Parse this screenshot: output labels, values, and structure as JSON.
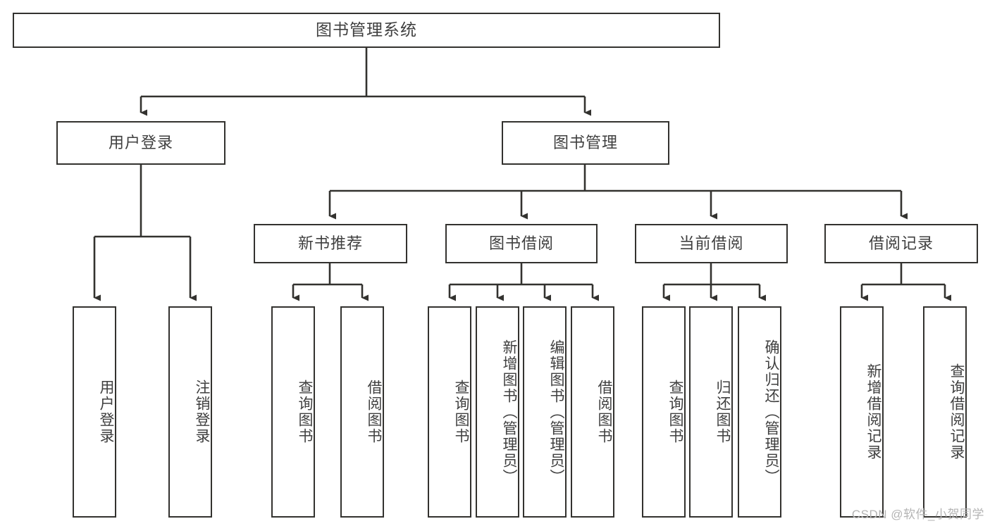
{
  "diagram": {
    "type": "tree",
    "title": "图书管理系统",
    "watermark": "CSDN @软件_小贺同学",
    "colors": {
      "box_border": "#33322f",
      "box_fill": "#ffffff",
      "connector": "#33322f",
      "text": "#3f3f3f",
      "watermark": "#b4b4b4",
      "background": "#ffffff"
    },
    "levels": {
      "root": {
        "label": "图书管理系统"
      },
      "level1": [
        {
          "label": "用户登录"
        },
        {
          "label": "图书管理"
        }
      ],
      "level2": [
        {
          "label": "新书推荐"
        },
        {
          "label": "图书借阅"
        },
        {
          "label": "当前借阅"
        },
        {
          "label": "借阅记录"
        }
      ],
      "leaves": {
        "user_login": [
          {
            "label": "用户登录"
          },
          {
            "label": "注销登录"
          }
        ],
        "new_book_recommend": [
          {
            "label": "查询图书"
          },
          {
            "label": "借阅图书"
          }
        ],
        "book_borrow": [
          {
            "label": "查询图书"
          },
          {
            "label": "新增图书（管理员）"
          },
          {
            "label": "编辑图书（管理员）"
          },
          {
            "label": "借阅图书"
          }
        ],
        "current_borrow": [
          {
            "label": "查询图书"
          },
          {
            "label": "归还图书"
          },
          {
            "label": "确认归还（管理员）"
          }
        ],
        "borrow_record": [
          {
            "label": "新增借阅记录"
          },
          {
            "label": "查询借阅记录"
          }
        ]
      }
    }
  }
}
